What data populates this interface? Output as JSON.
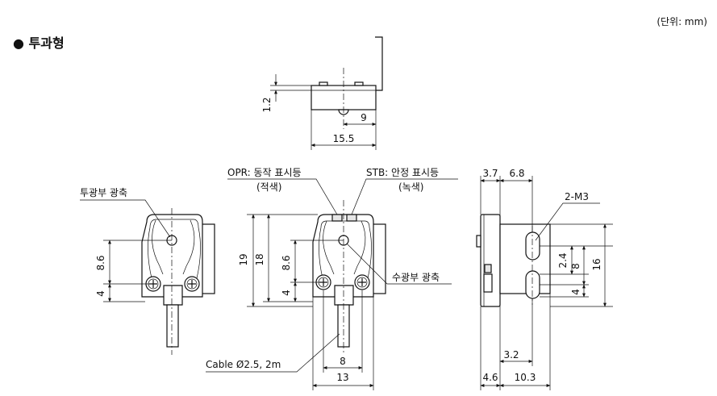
{
  "header": {
    "title": "● 투과형",
    "unit": "(단위: mm)"
  },
  "top_view": {
    "dim_thickness": "1.2",
    "dim_offset": "9",
    "dim_width": "15.5"
  },
  "front_view": {
    "emitter_axis_label": "투광부 광축",
    "dim_upper": "8.6",
    "dim_lower": "4"
  },
  "center_view": {
    "opr_label": "OPR: 동작 표시등",
    "opr_color": "(적색)",
    "stb_label": "STB: 안정 표시등",
    "stb_color": "(녹색)",
    "receiver_axis_label": "수광부 광축",
    "dim_height_outer": "19",
    "dim_height_inner": "18",
    "dim_upper": "8.6",
    "dim_lower": "4",
    "cable_label": "Cable Ø2.5, 2m",
    "dim_hole_pitch": "8",
    "dim_width": "13"
  },
  "side_view": {
    "dim_top_left": "3.7",
    "dim_top_right": "6.8",
    "thread_label": "2-M3",
    "dim_slot": "2.4",
    "dim_slot_pitch": "8",
    "dim_lower": "4",
    "dim_height": "16",
    "dim_offset": "3.2",
    "dim_bottom_left": "4.6",
    "dim_bottom_right": "10.3"
  }
}
